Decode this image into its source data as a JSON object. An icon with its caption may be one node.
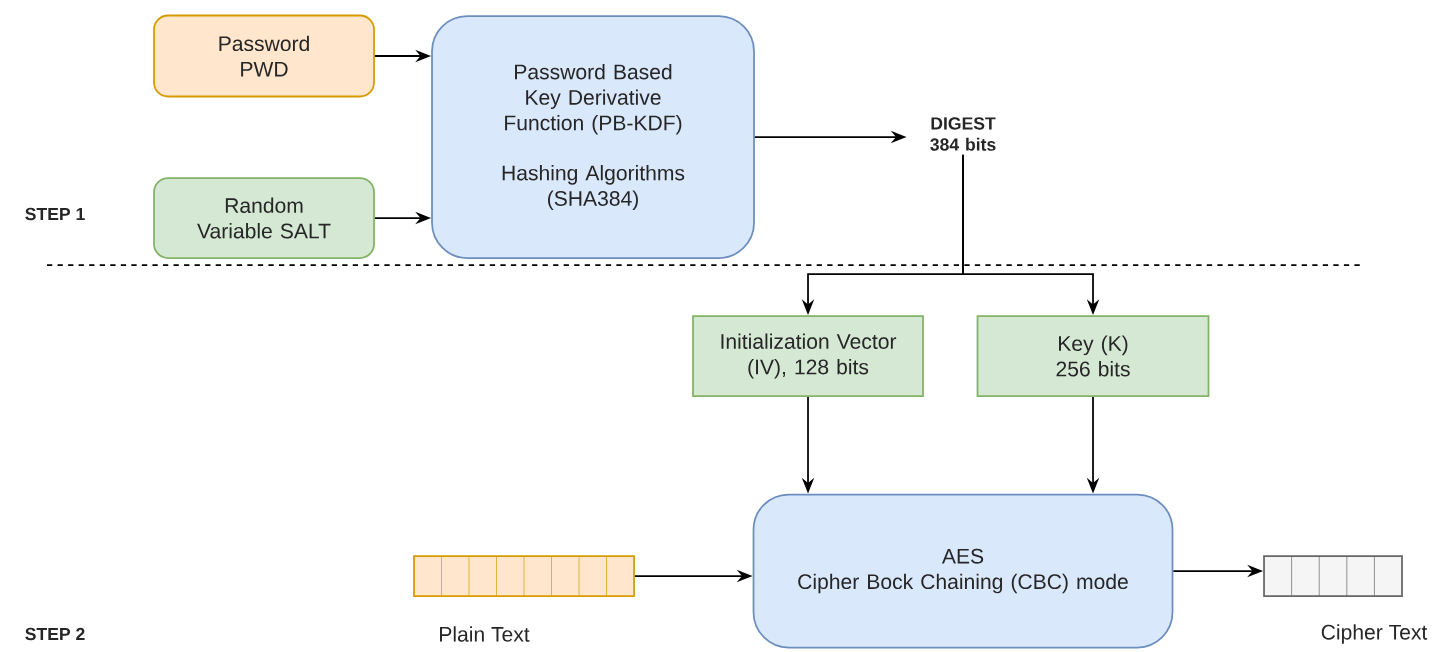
{
  "diagram": {
    "nodes": [
      {
        "text": [
          "Password PWD"
        ]
      },
      {
        "text": [
          "Random Variable SALT"
        ]
      },
      {
        "text": [
          "Password Based Key Derivative Function (PB-KDF)",
          "Hashing Algorithms (SHA384)"
        ]
      },
      {
        "text": [
          "DIGEST 384 bits"
        ]
      },
      {
        "text": [
          "Initialization Vector (IV), 128 bits"
        ]
      },
      {
        "text": [
          "Key (K) 256 bits"
        ]
      },
      {
        "text": [
          "AES",
          "Cipher Bock Chaining (CBC) mode"
        ]
      },
      {
        "text": [],
        "shape": "bar",
        "beside": [
          "Plain Text"
        ]
      },
      {
        "text": [],
        "shape": "bar",
        "beside": [
          "Cipher Text"
        ]
      }
    ],
    "edges": [
      {
        "from": 0,
        "to": 2,
        "arrow": "to"
      },
      {
        "from": 1,
        "to": 2,
        "arrow": "to"
      },
      {
        "from": 2,
        "to": 3,
        "arrow": "to"
      },
      {
        "from": 3,
        "to": 4,
        "arrow": "to"
      },
      {
        "from": 3,
        "to": 5,
        "arrow": "to"
      },
      {
        "from": 4,
        "to": 6,
        "arrow": "to"
      },
      {
        "from": 5,
        "to": 6,
        "arrow": "to"
      },
      {
        "from": 7,
        "to": 6,
        "arrow": "to"
      },
      {
        "from": 6,
        "to": 8,
        "arrow": "to"
      }
    ],
    "labels": [
      "STEP 1",
      "STEP 2"
    ]
  }
}
